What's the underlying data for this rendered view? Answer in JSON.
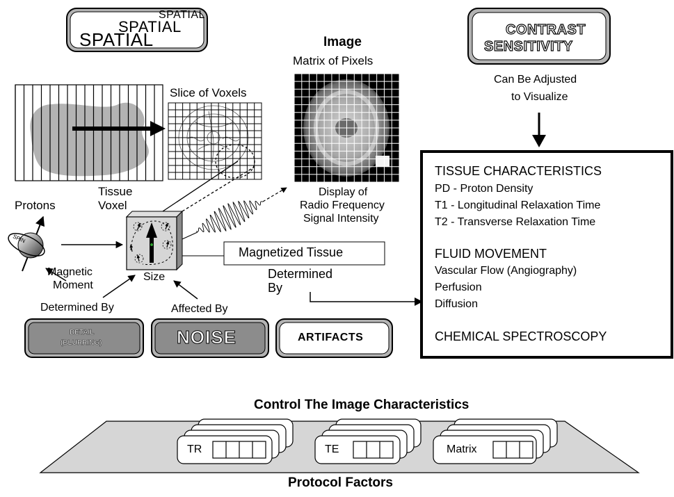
{
  "spatial_badge": {
    "line1": "SPATIAL",
    "line2": "SPATIAL",
    "line3": "SPATIAL"
  },
  "contrast_badge": {
    "line1": "CONTRAST",
    "line2": "SENSITIVITY"
  },
  "image": {
    "title": "Image",
    "matrix_label": "Matrix of Pixels",
    "display_line1": "Display of",
    "display_line2": "Radio Frequency",
    "display_line3": "Signal Intensity"
  },
  "slice_label": "Slice of Voxels",
  "tissue_voxel": {
    "line1": "Tissue",
    "line2": "Voxel"
  },
  "protons_label": "Protons",
  "spin_label": "SPIN",
  "magnetic_moment": {
    "line1": "Magnetic",
    "line2": "Moment"
  },
  "size_label": "Size",
  "magnetized_tissue": "Magnetized Tissue",
  "determined_by_right": {
    "line1": "Determined",
    "line2": "By"
  },
  "determined_by_left": "Determined By",
  "affected_by": "Affected By",
  "quality_boxes": {
    "detail_line1": "DETAIL",
    "detail_line2": "(BLURRING)",
    "noise": "NOISE",
    "artifacts": "ARTIFACTS"
  },
  "adjusted": {
    "line1": "Can Be Adjusted",
    "line2": "to Visualize"
  },
  "characteristics": {
    "heading1": "TISSUE CHARACTERISTICS",
    "pd": "PD - Proton Density",
    "t1": "T1 - Longitudinal Relaxation Time",
    "t2": "T2 - Transverse Relaxation Time",
    "heading2": "FLUID MOVEMENT",
    "vascular": "Vascular Flow (Angiography)",
    "perfusion": "Perfusion",
    "diffusion": "Diffusion",
    "heading3": "CHEMICAL SPECTROSCOPY"
  },
  "control_title": "Control The Image Characteristics",
  "protocol": {
    "title": "Protocol Factors",
    "tr": "TR",
    "te": "TE",
    "matrix": "Matrix"
  },
  "colors": {
    "gray_fill": "#b3b3b3",
    "dark_fill": "#7a7a7a",
    "black": "#000000",
    "light_fill": "#d6d6d6"
  }
}
